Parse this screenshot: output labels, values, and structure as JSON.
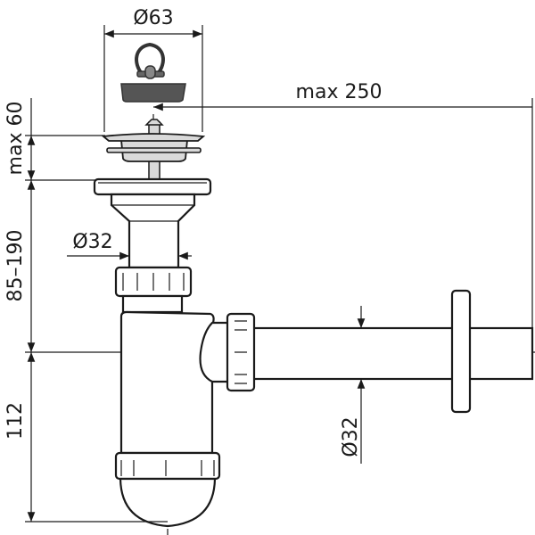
{
  "dimensions": {
    "strainer_diameter": "Ø63",
    "max_outlet_length": "max 250",
    "max_plate_thickness": "max 60",
    "height_range": "85–190",
    "inlet_diameter": "Ø32",
    "outlet_height": "112",
    "outlet_diameter": "Ø32"
  },
  "colors": {
    "line": "#1a1a1a",
    "stopper": "#555555",
    "metal": "#d9d9d9"
  }
}
